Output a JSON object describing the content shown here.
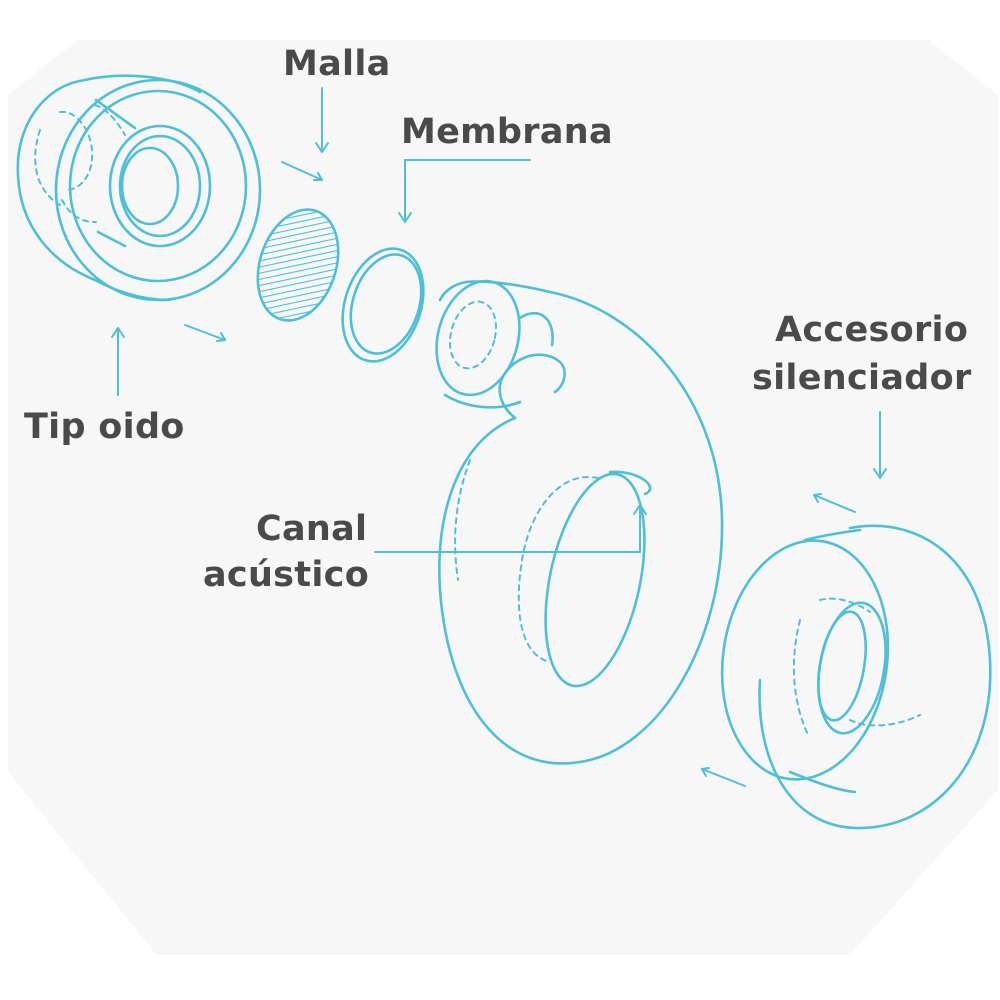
{
  "labels": {
    "malla": "Malla",
    "membrana": "Membrana",
    "tip_oido": "Tip oido",
    "accesorio_line1": "Accesorio",
    "accesorio_line2": "silenciador",
    "canal_line1": "Canal",
    "canal_line2": "acústico"
  },
  "colors": {
    "outline": "#4dbfd9",
    "label_text": "#4a4a4a",
    "background": "#f7f7f7",
    "page": "#ffffff"
  }
}
